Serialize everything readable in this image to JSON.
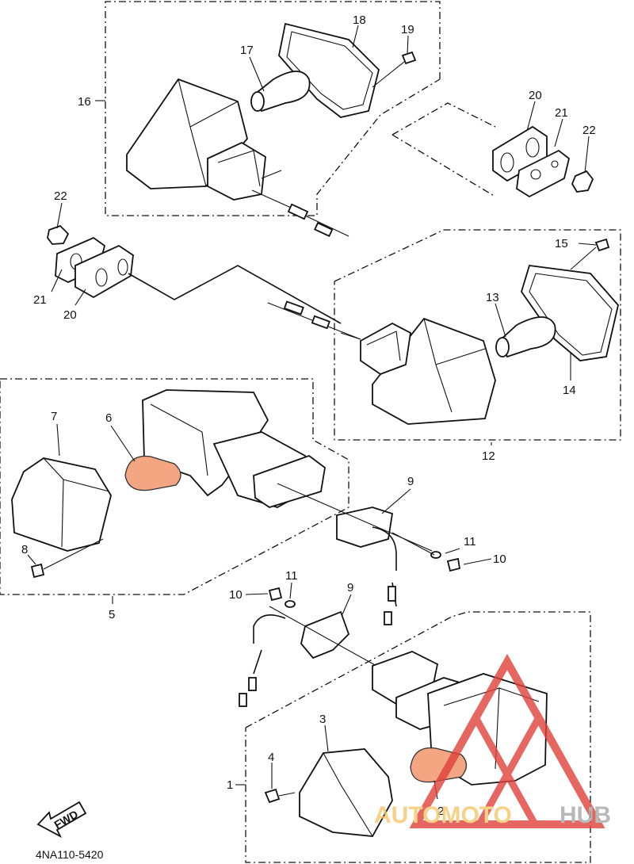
{
  "diagram_code": "4NA110-5420",
  "direction_arrow": "FWD",
  "watermark": {
    "text_part1": "AUTOMOTO",
    "text_part2": "HUB",
    "color_part1": "#f5c66b",
    "color_part2": "#b0b0b0",
    "logo_color": "#e0403a"
  },
  "callouts": [
    "16",
    "17",
    "18",
    "19",
    "20",
    "21",
    "22",
    "22",
    "21",
    "20",
    "15",
    "13",
    "14",
    "12",
    "7",
    "6",
    "5",
    "8",
    "9",
    "11",
    "10",
    "11",
    "10",
    "9",
    "3",
    "4",
    "1",
    "2"
  ]
}
